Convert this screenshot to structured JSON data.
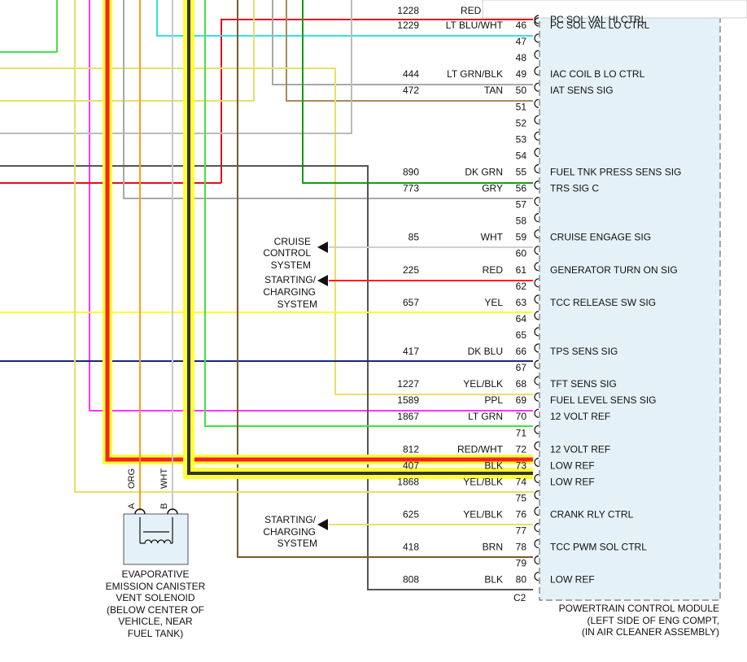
{
  "title": "",
  "module": {
    "name": "POWERTRAIN CONTROL MODULE",
    "location_line1": "(LEFT SIDE OF ENG COMPT,",
    "location_line2": "(IN AIR CLEANER ASSEMBLY)",
    "connector": "C2"
  },
  "pins": [
    {
      "pin": "46",
      "circuit": "1229",
      "color_label": "LT BLU/WHT",
      "wire_color": "#33dfe9",
      "signal": "PC SOL VAL LO CTRL"
    },
    {
      "pin": "47",
      "circuit": "",
      "color_label": "",
      "wire_color": "",
      "signal": ""
    },
    {
      "pin": "48",
      "circuit": "",
      "color_label": "",
      "wire_color": "",
      "signal": ""
    },
    {
      "pin": "49",
      "circuit": "444",
      "color_label": "LT GRN/BLK",
      "wire_color": "#a9a9a9",
      "signal": "IAC COIL B LO CTRL"
    },
    {
      "pin": "50",
      "circuit": "472",
      "color_label": "TAN",
      "wire_color": "#a88a5a",
      "signal": "IAT SENS SIG"
    },
    {
      "pin": "51",
      "circuit": "",
      "color_label": "",
      "wire_color": "",
      "signal": ""
    },
    {
      "pin": "52",
      "circuit": "",
      "color_label": "",
      "wire_color": "",
      "signal": ""
    },
    {
      "pin": "53",
      "circuit": "",
      "color_label": "",
      "wire_color": "",
      "signal": ""
    },
    {
      "pin": "54",
      "circuit": "",
      "color_label": "",
      "wire_color": "",
      "signal": ""
    },
    {
      "pin": "55",
      "circuit": "890",
      "color_label": "DK GRN",
      "wire_color": "#149c14",
      "signal": "FUEL TNK PRESS SENS SIG"
    },
    {
      "pin": "56",
      "circuit": "773",
      "color_label": "GRY",
      "wire_color": "#a9a9a9",
      "signal": "TRS SIG C"
    },
    {
      "pin": "57",
      "circuit": "",
      "color_label": "",
      "wire_color": "",
      "signal": ""
    },
    {
      "pin": "58",
      "circuit": "",
      "color_label": "",
      "wire_color": "",
      "signal": ""
    },
    {
      "pin": "59",
      "circuit": "85",
      "color_label": "WHT",
      "wire_color": "#cfcfcf",
      "signal": "CRUISE ENGAGE SIG"
    },
    {
      "pin": "60",
      "circuit": "",
      "color_label": "",
      "wire_color": "",
      "signal": ""
    },
    {
      "pin": "61",
      "circuit": "225",
      "color_label": "RED",
      "wire_color": "#ff1e1e",
      "signal": "GENERATOR TURN ON SIG"
    },
    {
      "pin": "62",
      "circuit": "",
      "color_label": "",
      "wire_color": "",
      "signal": ""
    },
    {
      "pin": "63",
      "circuit": "657",
      "color_label": "YEL",
      "wire_color": "#ffff33",
      "signal": "TCC RELEASE SW SIG"
    },
    {
      "pin": "64",
      "circuit": "",
      "color_label": "",
      "wire_color": "",
      "signal": ""
    },
    {
      "pin": "65",
      "circuit": "",
      "color_label": "",
      "wire_color": "",
      "signal": ""
    },
    {
      "pin": "66",
      "circuit": "417",
      "color_label": "DK BLU",
      "wire_color": "#14297a",
      "signal": "TPS SENS SIG"
    },
    {
      "pin": "67",
      "circuit": "",
      "color_label": "",
      "wire_color": "",
      "signal": ""
    },
    {
      "pin": "68",
      "circuit": "1227",
      "color_label": "YEL/BLK",
      "wire_color": "#e8e066",
      "signal": "TFT SENS SIG"
    },
    {
      "pin": "69",
      "circuit": "1589",
      "color_label": "PPL",
      "wire_color": "#ff33ff",
      "signal": "FUEL LEVEL SENS SIG"
    },
    {
      "pin": "70",
      "circuit": "1867",
      "color_label": "LT GRN",
      "wire_color": "#44e244",
      "signal": "12 VOLT REF"
    },
    {
      "pin": "71",
      "circuit": "",
      "color_label": "",
      "wire_color": "",
      "signal": ""
    },
    {
      "pin": "72",
      "circuit": "812",
      "color_label": "RED/WHT",
      "wire_color": "#ff1e1e",
      "signal": "12 VOLT REF"
    },
    {
      "pin": "73",
      "circuit": "407",
      "color_label": "BLK",
      "wire_color": "#333333",
      "signal": "LOW REF"
    },
    {
      "pin": "74",
      "circuit": "1868",
      "color_label": "YEL/BLK",
      "wire_color": "#ffff33",
      "signal": "LOW REF"
    },
    {
      "pin": "75",
      "circuit": "",
      "color_label": "",
      "wire_color": "",
      "signal": ""
    },
    {
      "pin": "76",
      "circuit": "625",
      "color_label": "YEL/BLK",
      "wire_color": "#e8e066",
      "signal": "CRANK RLY CTRL"
    },
    {
      "pin": "77",
      "circuit": "",
      "color_label": "",
      "wire_color": "",
      "signal": ""
    },
    {
      "pin": "78",
      "circuit": "418",
      "color_label": "BRN",
      "wire_color": "#7a5a2a",
      "signal": "TCC PWM SOL CTRL"
    },
    {
      "pin": "79",
      "circuit": "",
      "color_label": "",
      "wire_color": "",
      "signal": ""
    },
    {
      "pin": "80",
      "circuit": "808",
      "color_label": "BLK",
      "wire_color": "#555555",
      "signal": "LOW REF"
    }
  ],
  "top_partial": {
    "circuit": "1228",
    "color_label": "RED",
    "signal": "PC SOL VAL HI CTRL"
  },
  "destinations": {
    "cruise": [
      "CRUISE",
      "CONTROL",
      "SYSTEM"
    ],
    "charging_a": [
      "STARTING/",
      "CHARGING",
      "SYSTEM"
    ],
    "charging_b": [
      "STARTING/",
      "CHARGING",
      "SYSTEM"
    ]
  },
  "solenoid": {
    "label_lines": [
      "EVAPORATIVE",
      "EMISSION CANISTER",
      "VENT SOLENOID",
      "(BELOW CENTER OF",
      "VEHICLE, NEAR",
      "FUEL TANK)"
    ],
    "pin_a": "A",
    "pin_b": "B",
    "wire_a": "ORG",
    "wire_b": "WHT"
  },
  "colors": {
    "red": "#ff1e1e",
    "yellow": "#ffff33",
    "module_fill": "#e4f1f8",
    "orange": "#ff9a1f",
    "magenta": "#ff33ff",
    "green": "#44e244",
    "dark_blue": "#14297a",
    "brown": "#7a5a2a"
  }
}
